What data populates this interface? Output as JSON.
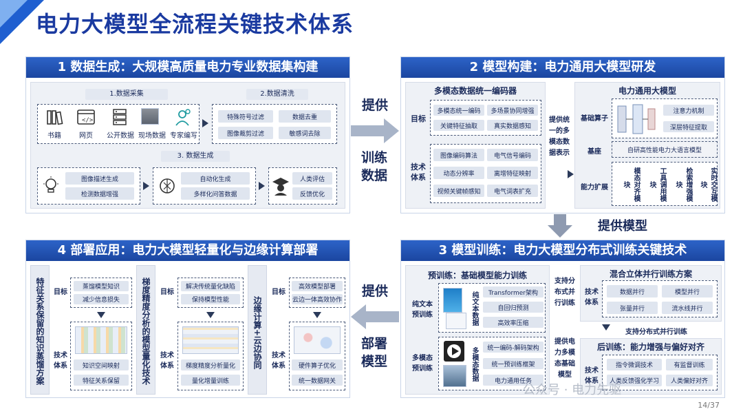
{
  "title": "电力大模型全流程关键技术体系",
  "page_number": "14/37",
  "watermark": "公众号 · 电力先驱",
  "p1": {
    "header": "1 数据生成：大规模高质量电力专业数据集构建",
    "collect_title": "1.数据采集",
    "collect_items": [
      "书籍",
      "网页",
      "公开数据",
      "现场数据",
      "专家编写"
    ],
    "clean_title": "2.数据清洗",
    "clean_items": [
      "特殊符号过滤",
      "数据去重",
      "图像裁剪过滤",
      "敏感词去除"
    ],
    "gen_title": "3. 数据生成",
    "gen_a": [
      "图像描述生成",
      "检测数据增强"
    ],
    "gen_b": [
      "自动化生成",
      "多样化问答数据"
    ],
    "gen_c": [
      "人类评估",
      "反馈优化"
    ]
  },
  "p2": {
    "header": "2 模型构建：电力通用大模型研发",
    "encoder_title": "多模态数据统一编码器",
    "target_label": "目标",
    "target_items": [
      "多模态统一编码",
      "多场景协同增强",
      "关键特征抽取",
      "真实数据感知"
    ],
    "tech_label": "技术\n体系",
    "tech_items": [
      "图像编码算法",
      "电气信号编码",
      "动态分辨率",
      "离增特征映射",
      "视频关键帧感知",
      "电气词表扩充"
    ],
    "mid_text": "提供统\n一的多\n模态数\n据表示",
    "model_title": "电力通用大模型",
    "operator_label": "基础算子",
    "attn_items": [
      "注意力机制",
      "深层特征提取"
    ],
    "base_label": "基座",
    "base_text": "自研高性能电力大语言模型",
    "ext_label": "能力扩展",
    "ext_items": [
      "模态对齐模块",
      "工具调用模块",
      "检索增强模块",
      "实时交互模块"
    ]
  },
  "arrow_top": "提供\n训练\n数据",
  "arrow_mid": "提供模型",
  "arrow_bottom": "提供\n部署\n模型",
  "p3": {
    "header": "3 模型训练：电力大模型分布式训练关键技术",
    "pre_title": "预训练：基础模型能力训练",
    "text_pre": "纯文本\n预训练",
    "text_data": "纯文本数据",
    "text_items": [
      "Transformer架构",
      "自回归预测",
      "高效率压缩"
    ],
    "mm_pre": "多模态\n预训练",
    "mm_data": "多模态数据",
    "mm_items": [
      "统一编码-解码架构",
      "统一预训练框架",
      "电力通用任务"
    ],
    "mid_text1": "支持分\n布式并\n行训练",
    "mix_title": "混合立体并行训练方案",
    "mix_label": "技术\n体系",
    "mix_items": [
      "数据并行",
      "模型并行",
      "张量并行",
      "流水线并行"
    ],
    "support_text": "支持分布式并行训练",
    "mid_text2": "提供电\n力多模\n态基础\n模型",
    "post_title": "后训练：能力增强与偏好对齐",
    "post_label": "技术\n体系",
    "post_items": [
      "指令微调技术",
      "有监督训练",
      "人类反馈强化学习",
      "人类偏好对齐"
    ]
  },
  "p4": {
    "header": "4 部署应用：电力大模型轻量化与边缘计算部署",
    "col1_vert": "特征关系保留的知识蒸馏方案",
    "col1_target": "目标",
    "col1_targets": [
      "蒸馏模型知识",
      "减少信息损失"
    ],
    "col1_tech": "技术\n体系",
    "col1_techs": [
      "知识空间映射",
      "特征关系保留"
    ],
    "col2_vert": "梯度精度分析的模型量化技术",
    "col2_target": "目标",
    "col2_targets": [
      "解决传统量化缺陷",
      "保持模型性能"
    ],
    "col2_tech": "技术\n体系",
    "col2_techs": [
      "梯度精度分析量化",
      "量化增量训练"
    ],
    "col3_vert": "边缘计算+云边协同",
    "col3_target": "目标",
    "col3_targets": [
      "高效模型部署",
      "云边一体高效协作"
    ],
    "col3_tech": "技术\n体系",
    "col3_techs": [
      "硬件算子优化",
      "统一数据网关"
    ]
  }
}
